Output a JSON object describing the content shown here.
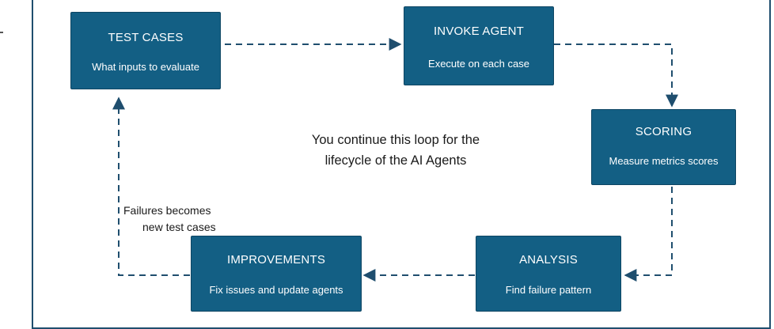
{
  "nodes": [
    {
      "id": "test-cases",
      "title": "TEST CASES",
      "subtitle": "What inputs to evaluate"
    },
    {
      "id": "invoke-agent",
      "title": "INVOKE AGENT",
      "subtitle": "Execute on each case"
    },
    {
      "id": "scoring",
      "title": "SCORING",
      "subtitle": "Measure metrics scores"
    },
    {
      "id": "analysis",
      "title": "ANALYSIS",
      "subtitle": "Find failure pattern"
    },
    {
      "id": "improvements",
      "title": "IMPROVEMENTS",
      "subtitle": "Fix issues and update agents"
    }
  ],
  "center_text": {
    "line1": "You continue this loop for the",
    "line2": "lifecycle of the AI Agents"
  },
  "feedback_label": {
    "line1": "Failures becomes",
    "line2": "new test cases"
  },
  "colors": {
    "box_fill": "#135f84",
    "box_text": "#ffffff",
    "arrow": "#1f4e6e",
    "frame": "#1f4e6e"
  }
}
